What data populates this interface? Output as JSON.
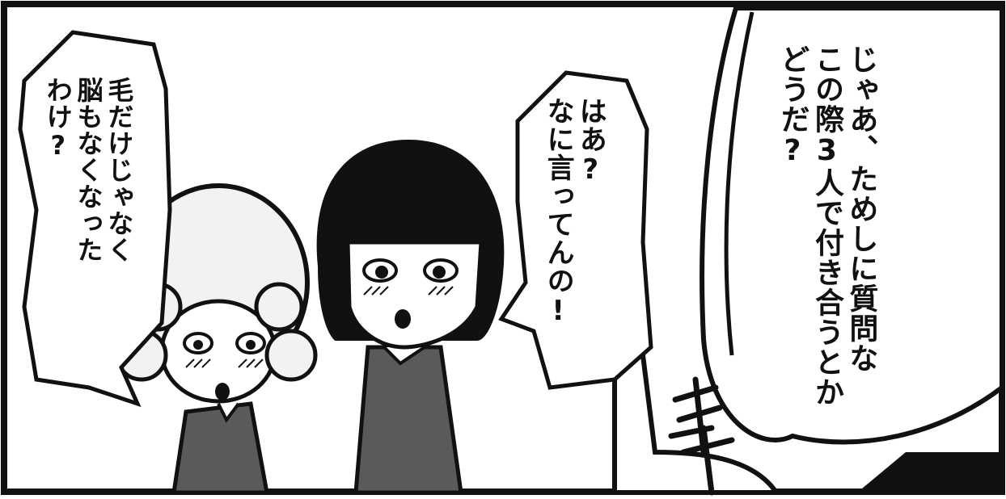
{
  "panel": {
    "bubble_left": {
      "lines": [
        "毛だけじゃなく",
        "脳もなくなった",
        "わけ?"
      ]
    },
    "bubble_middle": {
      "lines": [
        "はあ?",
        "なに言ってんの!"
      ]
    },
    "bubble_right": {
      "lines": [
        "じゃあ、ためしに質問な",
        "この際3人で付き合うとか",
        "どうだ?"
      ]
    },
    "sfx": "キ"
  },
  "colors": {
    "ink": "#111111",
    "paper": "#ffffff",
    "screentone": "#5a5a5a",
    "hair_light": "#f2f2f2"
  }
}
